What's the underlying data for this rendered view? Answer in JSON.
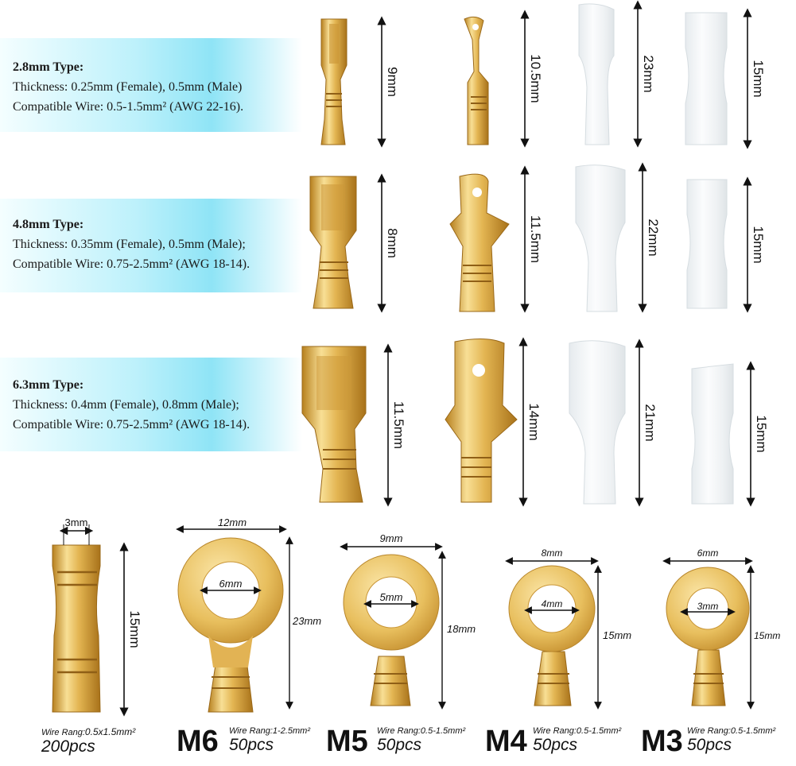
{
  "types": [
    {
      "title": "2.8mm Type:",
      "thickness": "Thickness: 0.25mm (Female), 0.5mm (Male)",
      "wire": "Compatible Wire: 0.5-1.5mm² (AWG 22-16).",
      "dims": {
        "female": "9mm",
        "male": "10.5mm",
        "sleeve_female": "23mm",
        "sleeve_male": "15mm"
      }
    },
    {
      "title": "4.8mm Type:",
      "thickness": "Thickness: 0.35mm (Female), 0.5mm (Male);",
      "wire": "Compatible Wire: 0.75-2.5mm² (AWG 18-14).",
      "dims": {
        "female": "8mm",
        "male": "11.5mm",
        "sleeve_female": "22mm",
        "sleeve_male": "15mm"
      }
    },
    {
      "title": "6.3mm Type:",
      "thickness": "Thickness: 0.4mm (Female), 0.8mm (Male);",
      "wire": "Compatible Wire: 0.75-2.5mm² (AWG 18-14).",
      "dims": {
        "female": "11.5mm",
        "male": "14mm",
        "sleeve_female": "21mm",
        "sleeve_male": "15mm"
      }
    }
  ],
  "butt_connector": {
    "width": "3mm",
    "length": "15mm",
    "wire_range_label": "Wire Rang:",
    "wire_range": "0.5x1.5mm²",
    "count": "200pcs"
  },
  "ring_terminals": [
    {
      "size": "M6",
      "outer": "12mm",
      "inner": "6mm",
      "length": "23mm",
      "wire_range_label": "Wire Rang:",
      "wire_range": "1-2.5mm²",
      "count": "50pcs"
    },
    {
      "size": "M5",
      "outer": "9mm",
      "inner": "5mm",
      "length": "18mm",
      "wire_range_label": "Wire Rang:",
      "wire_range": "0.5-1.5mm²",
      "count": "50pcs"
    },
    {
      "size": "M4",
      "outer": "8mm",
      "inner": "4mm",
      "length": "15mm",
      "wire_range_label": "Wire Rang:",
      "wire_range": "0.5-1.5mm²",
      "count": "50pcs"
    },
    {
      "size": "M3",
      "outer": "6mm",
      "inner": "3mm",
      "length": "15mm",
      "wire_range_label": "Wire Rang:",
      "wire_range": "0.5-1.5mm²",
      "count": "50pcs"
    }
  ],
  "colors": {
    "brass_light": "#f6d98a",
    "brass": "#dcac45",
    "brass_dark": "#a9741c",
    "sleeve": "#eef2f4",
    "band": "#a8eaf8",
    "dimension_line": "#111111"
  }
}
